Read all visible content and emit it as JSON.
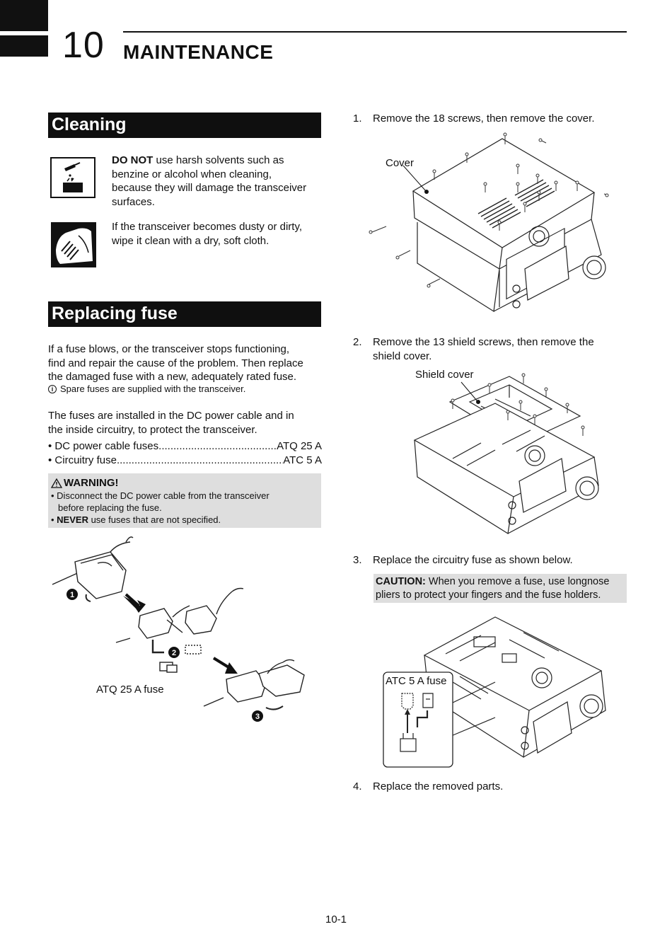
{
  "header": {
    "chapter_number": "10",
    "chapter_title": "MAINTENANCE"
  },
  "cleaning": {
    "heading": "Cleaning",
    "para1_bold": "DO NOT",
    "para1_l1": " use harsh solvents such as",
    "para1_l2": "benzine or alcohol when cleaning,",
    "para1_l3": "because they will damage the transceiver",
    "para1_l4": "surfaces.",
    "para2_l1": "If the transceiver becomes dusty or dirty,",
    "para2_l2": "wipe it clean with a dry, soft cloth.",
    "icon1": "solvent-warning-icon",
    "icon2": "cloth-wipe-icon"
  },
  "fuse": {
    "heading": "Replacing fuse",
    "para1_l1": "If a fuse blows, or the transceiver stops functioning,",
    "para1_l2": "find and repair the cause of the problem. Then replace",
    "para1_l3": "the damaged fuse with a new, adequately rated fuse.",
    "note": "Spare fuses are supplied with the transceiver.",
    "para2_l1": "The fuses are installed in the DC power cable and in",
    "para2_l2": "the inside circuitry, to protect the transceiver.",
    "list": [
      {
        "label": "• DC power cable fuses ",
        "value": " ATQ 25 A"
      },
      {
        "label": "• Circuitry fuse ",
        "value": " ATC 5 A"
      }
    ],
    "warning": {
      "title": "WARNING!",
      "l1": "• Disconnect the DC power cable from the transceiver",
      "l2": "before replacing the fuse.",
      "l3_pre": "• ",
      "l3_bold": "NEVER",
      "l3_post": " use fuses that are not specified."
    },
    "figure_label": "ATQ 25 A fuse",
    "markers": [
      "❶",
      "❷",
      "❸"
    ]
  },
  "steps": [
    {
      "num": "1.",
      "l1": "Remove the 18 screws, then remove the cover.",
      "l2": ""
    },
    {
      "num": "2.",
      "l1": "Remove the 13 shield screws, then remove the",
      "l2": "shield cover."
    },
    {
      "num": "3.",
      "l1": "Replace the circuitry fuse as shown below.",
      "l2": ""
    },
    {
      "num": "4.",
      "l1": "Replace the removed parts.",
      "l2": ""
    }
  ],
  "figures": {
    "cover_label": "Cover",
    "shield_label": "Shield cover",
    "atc_label": "ATC 5 A fuse"
  },
  "caution": {
    "bold": "CAUTION:",
    "l1": " When you remove a fuse, use longnose",
    "l2": "pliers to protect your fingers and the fuse holders."
  },
  "footer": {
    "page": "10-1"
  },
  "colors": {
    "bar": "#0f0f0f",
    "box": "#dedede"
  }
}
